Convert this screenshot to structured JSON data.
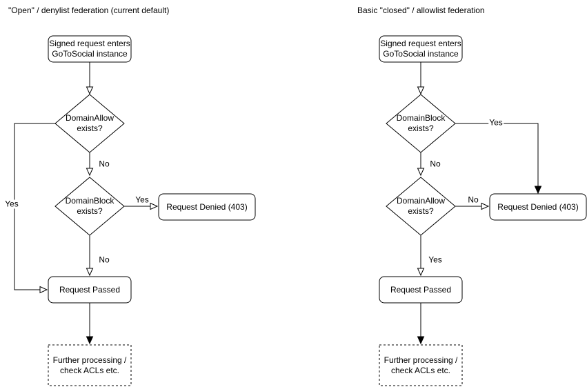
{
  "canvas": {
    "background_color": "#ffffff",
    "stroke_color": "#000000",
    "text_color": "#000000"
  },
  "left_chart": {
    "title": "\"Open\" / denylist federation (current default)",
    "nodes": {
      "start": "Signed request enters\nGoToSocial instance",
      "domain_allow_decision": "DomainAllow\nexists?",
      "domain_block_decision": "DomainBlock\nexists?",
      "request_denied": "Request Denied (403)",
      "request_passed": "Request Passed",
      "further_processing": "Further processing /\ncheck ACLs etc."
    },
    "edge_labels": {
      "allow_no": "No",
      "allow_yes": "Yes",
      "block_yes": "Yes",
      "block_no": "No"
    }
  },
  "right_chart": {
    "title": "Basic \"closed\" / allowlist federation",
    "nodes": {
      "start": "Signed request enters\nGoToSocial instance",
      "domain_block_decision": "DomainBlock\nexists?",
      "domain_allow_decision": "DomainAllow\nexists?",
      "request_denied": "Request Denied (403)",
      "request_passed": "Request Passed",
      "further_processing": "Further processing /\ncheck ACLs etc."
    },
    "edge_labels": {
      "block_yes": "Yes",
      "block_no": "No",
      "allow_no": "No",
      "allow_yes": "Yes"
    }
  }
}
